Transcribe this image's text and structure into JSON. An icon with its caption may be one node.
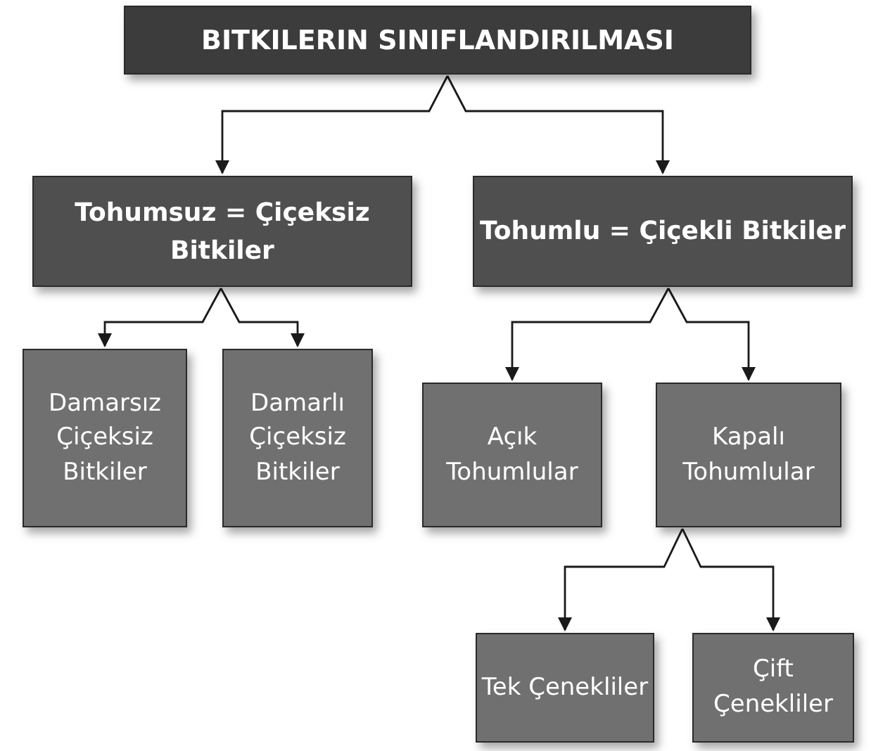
{
  "diagram": {
    "nodes": [
      {
        "text": [
          "BITKILERIN SINIFLANDIRILMASI"
        ]
      },
      {
        "text": [
          "Tohumsuz = Çiçeksiz Bitkiler"
        ]
      },
      {
        "text": [
          "Tohumlu = Çiçekli Bitkiler"
        ]
      },
      {
        "text": [
          "Damarsız Çiçeksiz Bitkiler"
        ]
      },
      {
        "text": [
          "Damarlı Çiçeksiz Bitkiler"
        ]
      },
      {
        "text": [
          "Açık Tohumlular"
        ]
      },
      {
        "text": [
          "Kapalı Tohumlular"
        ]
      },
      {
        "text": [
          "Tek Çenekliler"
        ]
      },
      {
        "text": [
          "Çift Çenekliler"
        ]
      }
    ],
    "edges": [
      {
        "from": 0,
        "to": 1,
        "arrow": "to"
      },
      {
        "from": 0,
        "to": 2,
        "arrow": "to"
      },
      {
        "from": 1,
        "to": 3,
        "arrow": "to"
      },
      {
        "from": 1,
        "to": 4,
        "arrow": "to"
      },
      {
        "from": 2,
        "to": 5,
        "arrow": "to"
      },
      {
        "from": 2,
        "to": 6,
        "arrow": "to"
      },
      {
        "from": 6,
        "to": 7,
        "arrow": "to"
      },
      {
        "from": 6,
        "to": 8,
        "arrow": "to"
      }
    ]
  }
}
